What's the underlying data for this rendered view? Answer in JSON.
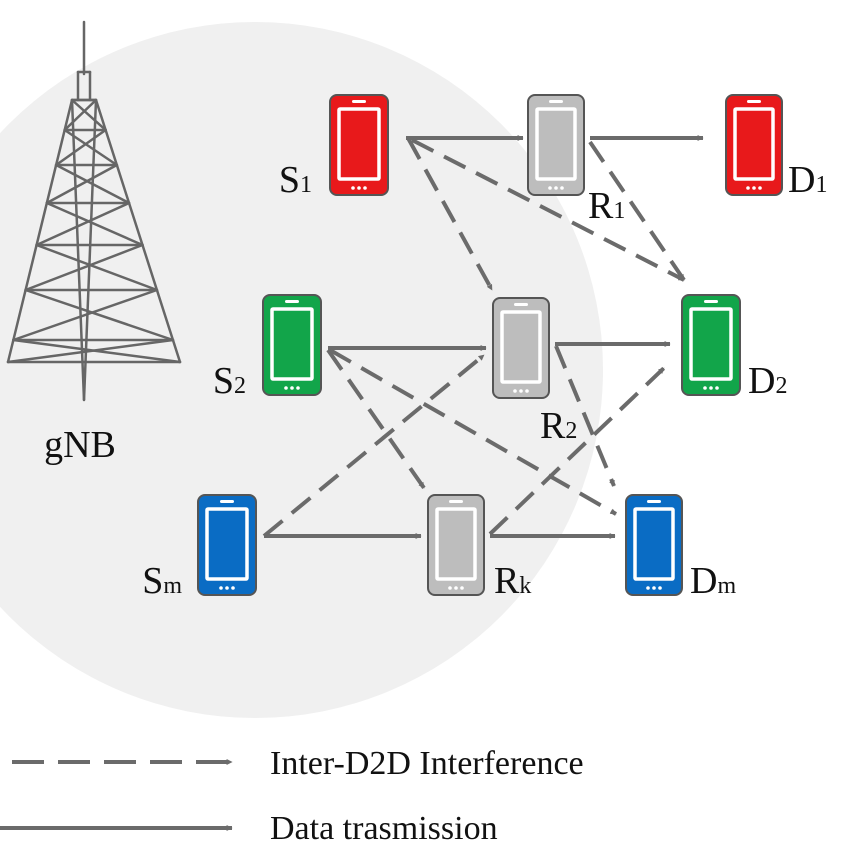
{
  "tower_label": "gNB",
  "nodes": {
    "S1": {
      "main": "S",
      "sub": "1",
      "color": "red"
    },
    "R1": {
      "main": "R",
      "sub": "1",
      "color": "gray"
    },
    "D1": {
      "main": "D",
      "sub": "1",
      "color": "red"
    },
    "S2": {
      "main": "S",
      "sub": "2",
      "color": "green"
    },
    "R2": {
      "main": "R",
      "sub": "2",
      "color": "gray"
    },
    "D2": {
      "main": "D",
      "sub": "2",
      "color": "green"
    },
    "Sm": {
      "main": "S",
      "sub": "m",
      "color": "blue"
    },
    "Rk": {
      "main": "R",
      "sub": "k",
      "color": "gray"
    },
    "Dm": {
      "main": "D",
      "sub": "m",
      "color": "blue"
    }
  },
  "links": [
    {
      "from": "S1",
      "to": "R1",
      "kind": "data"
    },
    {
      "from": "R1",
      "to": "D1",
      "kind": "data"
    },
    {
      "from": "S2",
      "to": "R2",
      "kind": "data"
    },
    {
      "from": "R2",
      "to": "D2",
      "kind": "data"
    },
    {
      "from": "Sm",
      "to": "Rk",
      "kind": "data"
    },
    {
      "from": "Rk",
      "to": "Dm",
      "kind": "data"
    },
    {
      "from": "S1",
      "to": "R2",
      "kind": "interference"
    },
    {
      "from": "S1",
      "to": "D2",
      "kind": "interference"
    },
    {
      "from": "R1",
      "to": "D2",
      "kind": "interference"
    },
    {
      "from": "S2",
      "to": "Rk",
      "kind": "interference"
    },
    {
      "from": "S2",
      "to": "Dm",
      "kind": "interference"
    },
    {
      "from": "R2",
      "to": "Dm",
      "kind": "interference"
    },
    {
      "from": "Sm",
      "to": "R2",
      "kind": "interference"
    },
    {
      "from": "Rk",
      "to": "D2",
      "kind": "interference"
    }
  ],
  "legend": {
    "interference": "Inter-D2D Interference",
    "data": "Data trasmission"
  },
  "colors": {
    "coverage": "#f0f0f0",
    "arrow": "#6b6b6b",
    "tower": "#666666",
    "red": "#e8191b",
    "green": "#12a54a",
    "blue": "#0a6cc4",
    "gray": "#bdbdbd"
  }
}
